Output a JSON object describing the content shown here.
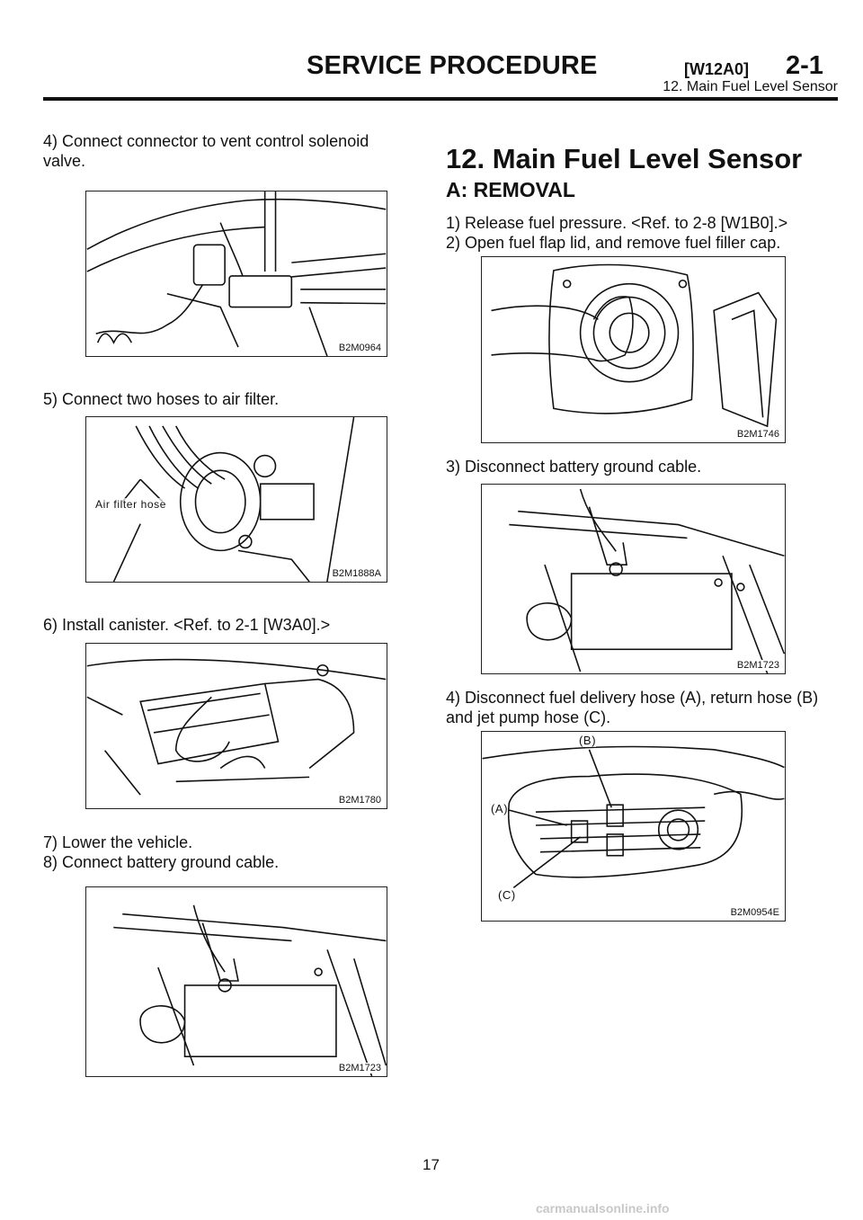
{
  "header": {
    "title": "SERVICE PROCEDURE",
    "code": "[W12A0]",
    "section": "2-1",
    "subtitle": "12. Main Fuel Level Sensor"
  },
  "left_column": {
    "step4": "4) Connect connector to vent control solenoid valve.",
    "fig1_code": "B2M0964",
    "step5": "5) Connect two hoses to air filter.",
    "fig2_callout": "Air filter hose",
    "fig2_code": "B2M1888A",
    "step6": "6) Install canister. <Ref. to 2-1 [W3A0].>",
    "fig3_code": "B2M1780",
    "step7": "7) Lower the vehicle.",
    "step8": "8) Connect battery ground cable.",
    "fig4_code": "B2M1723"
  },
  "right_column": {
    "section_title": "12. Main Fuel Level Sensor",
    "subsection_title": "A: REMOVAL",
    "step1": "1) Release fuel pressure. <Ref. to 2-8 [W1B0].>",
    "step2": "2) Open fuel flap lid, and remove fuel filler cap.",
    "fig5_code": "B2M1746",
    "step3": "3) Disconnect battery ground cable.",
    "fig6_code": "B2M1723",
    "step4": "4) Disconnect fuel delivery hose (A), return hose (B) and jet pump hose (C).",
    "fig7_label_a": "(A)",
    "fig7_label_b": "(B)",
    "fig7_label_c": "(C)",
    "fig7_code": "B2M0954E"
  },
  "footer": {
    "page_number": "17",
    "watermark": "carmanualsonline.info"
  }
}
